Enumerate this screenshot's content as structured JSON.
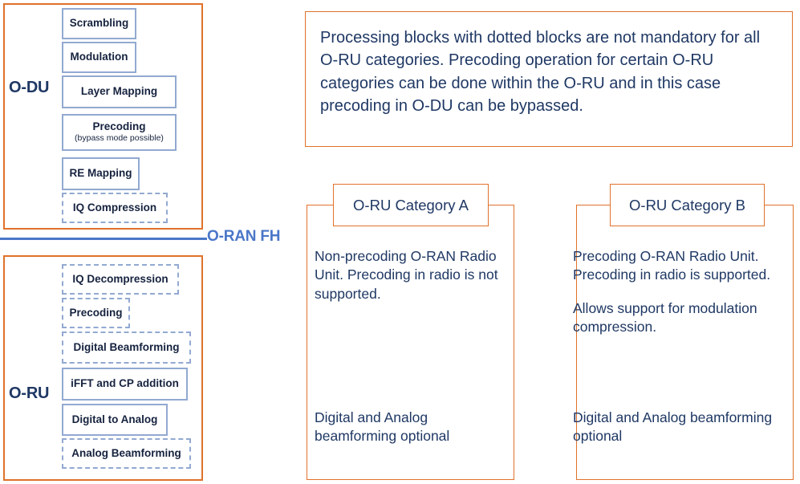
{
  "colors": {
    "unit_border": "#E0722B",
    "block_border": "#92A9D1",
    "fh_line": "#4A77C8",
    "text_dark": "#1F3864",
    "block_text": "#16233F",
    "panel_border": "#E0722B"
  },
  "odu": {
    "label": "O-DU",
    "blocks": [
      {
        "title": "Scrambling",
        "subtitle": "",
        "dotted": false
      },
      {
        "title": "Modulation",
        "subtitle": "",
        "dotted": false
      },
      {
        "title": "Layer Mapping",
        "subtitle": "",
        "dotted": false
      },
      {
        "title": "Precoding",
        "subtitle": "(bypass mode possible)",
        "dotted": false
      },
      {
        "title": "RE Mapping",
        "subtitle": "",
        "dotted": false
      },
      {
        "title": "IQ Compression",
        "subtitle": "",
        "dotted": true
      }
    ]
  },
  "fronthaul": {
    "label": "O-RAN FH"
  },
  "oru": {
    "label": "O-RU",
    "blocks": [
      {
        "title": "IQ Decompression",
        "subtitle": "",
        "dotted": true
      },
      {
        "title": "Precoding",
        "subtitle": "",
        "dotted": true
      },
      {
        "title": "Digital Beamforming",
        "subtitle": "",
        "dotted": true
      },
      {
        "title": "iFFT and CP addition",
        "subtitle": "",
        "dotted": false
      },
      {
        "title": "Digital to Analog",
        "subtitle": "",
        "dotted": false
      },
      {
        "title": "Analog Beamforming",
        "subtitle": "",
        "dotted": true
      }
    ]
  },
  "note": {
    "text": "Processing blocks with dotted blocks are not mandatory for all O-RU categories. Precoding operation for certain O-RU categories can be done within the O-RU and in this case precoding in O-DU can be bypassed."
  },
  "category_a": {
    "header": "O-RU Category A",
    "paragraphs": [
      "Non-precoding O-RAN Radio Unit. Precoding in radio is not supported."
    ],
    "footer": "Digital and Analog beamforming optional"
  },
  "category_b": {
    "header": "O-RU Category B",
    "paragraphs": [
      "Precoding O-RAN Radio Unit. Precoding in radio is supported.",
      "Allows support for modulation compression."
    ],
    "footer": "Digital and Analog beamforming optional"
  }
}
